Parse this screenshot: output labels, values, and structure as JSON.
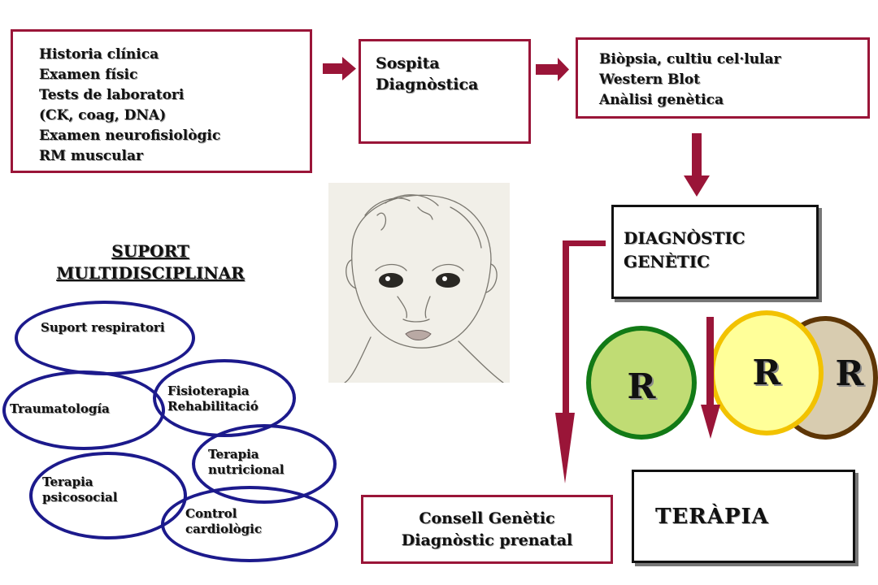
{
  "history_box": {
    "lines": [
      "Historia clínica",
      "Examen físic",
      "Tests de laboratori",
      "(CK, coag, DNA)",
      "Examen neurofisiològic",
      "RM muscular"
    ]
  },
  "suspicion_box": {
    "lines": [
      "Sospita",
      "Diagnòstica"
    ]
  },
  "biopsy_box": {
    "lines": [
      "Biòpsia, cultiu cel·lular",
      "Western Blot",
      "Anàlisi genètica"
    ]
  },
  "genetic_diagnosis": {
    "lines": [
      "DIAGNÒSTIC",
      "GENÈTIC"
    ]
  },
  "support": {
    "title_lines": [
      "SUPORT",
      "MULTIDISCIPLINAR"
    ],
    "items": [
      {
        "lines": [
          "Suport respiratori"
        ]
      },
      {
        "lines": [
          "Traumatología"
        ]
      },
      {
        "lines": [
          "Fisioterapia",
          "Rehabilitació"
        ]
      },
      {
        "lines": [
          "Terapia",
          "nutricional"
        ]
      },
      {
        "lines": [
          "Terapia",
          "psicosocial"
        ]
      },
      {
        "lines": [
          "Control",
          "cardiològic"
        ]
      }
    ]
  },
  "circles": [
    {
      "label": "R",
      "color": "#c0dc74",
      "border": "#127a16"
    },
    {
      "label": "R",
      "color": "#ffff99",
      "border": "#f2c200"
    },
    {
      "label": "R",
      "color": "#d8ccb0",
      "border": "#5e3606"
    }
  ],
  "counseling_box": {
    "lines": [
      "Consell Genètic",
      "Diagnòstic prenatal"
    ]
  },
  "therapy_box": {
    "label": "TERÀPIA"
  },
  "colors": {
    "arrow": "#9a1538",
    "box_border": "#9a1538",
    "ellipse": "#1c1a8c"
  }
}
